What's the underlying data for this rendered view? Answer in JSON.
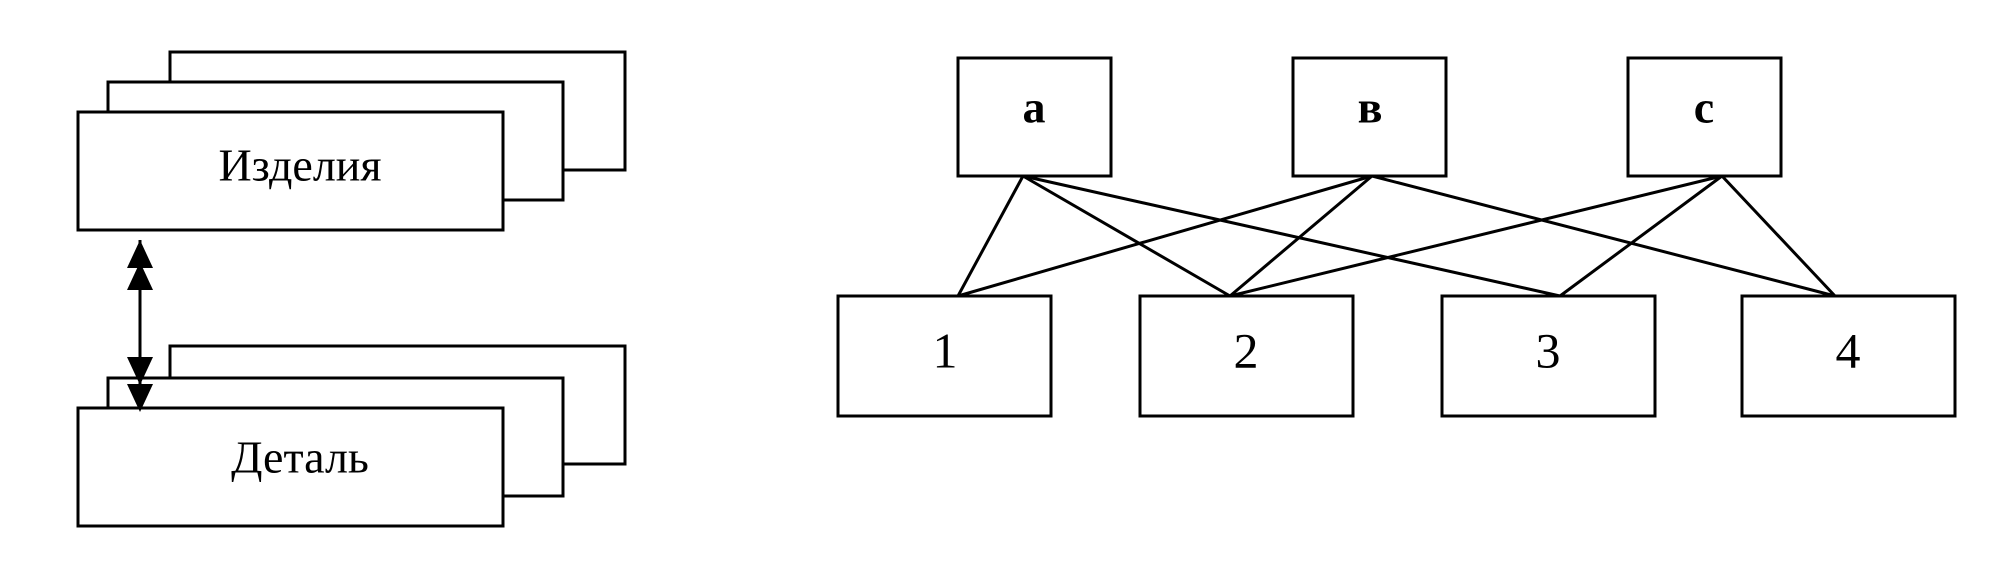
{
  "left_diagram": {
    "top_entity": "Изделия",
    "bottom_entity": "Деталь"
  },
  "right_diagram": {
    "top_nodes": [
      "a",
      "в",
      "c"
    ],
    "bottom_nodes": [
      "1",
      "2",
      "3",
      "4"
    ],
    "edges": [
      [
        "a",
        "1"
      ],
      [
        "a",
        "2"
      ],
      [
        "a",
        "3"
      ],
      [
        "в",
        "1"
      ],
      [
        "в",
        "2"
      ],
      [
        "в",
        "4"
      ],
      [
        "c",
        "2"
      ],
      [
        "c",
        "3"
      ],
      [
        "c",
        "4"
      ]
    ]
  },
  "colors": {
    "stroke": "#000000",
    "background": "#ffffff"
  }
}
